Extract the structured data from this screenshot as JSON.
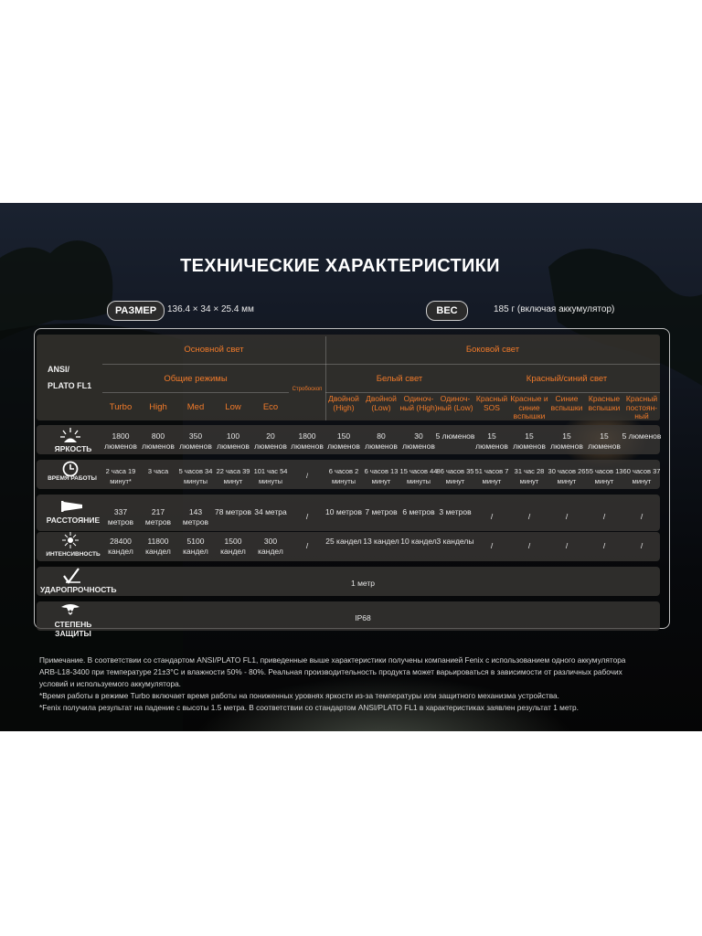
{
  "title": "ТЕХНИЧЕСКИЕ ХАРАКТЕРИСТИКИ",
  "size": {
    "label": "РАЗМЕР",
    "value": "136.4 × 34 × 25.4 мм"
  },
  "weight": {
    "label": "ВЕС",
    "value": "185 г (включая аккумулятор)"
  },
  "header": {
    "standard_line1": "ANSI/",
    "standard_line2": "PLATO FL1",
    "main_light": "Основной свет",
    "side_light": "Боковой свет",
    "general_modes": "Общие режимы",
    "strobe": "Стробоскоп",
    "white_light": "Белый свет",
    "red_blue_light": "Красный/синий свет",
    "modes": [
      "Turbo",
      "High",
      "Med",
      "Low",
      "Eco",
      "",
      "Двойной (High)",
      "Двойной (Low)",
      "Одиноч-ный (High)",
      "Одиноч-ный (Low)",
      "Красный SOS",
      "Красные и синие вспышки",
      "Синие вспышки",
      "Красные вспышки",
      "Красный постоян-ный"
    ]
  },
  "rows": {
    "brightness": {
      "label": "ЯРКОСТЬ",
      "values": [
        "1800 люменов",
        "800 люменов",
        "350 люменов",
        "100 люменов",
        "20 люменов",
        "1800 люменов",
        "150 люменов",
        "80 люменов",
        "30 люменов",
        "5 люменов",
        "15 люменов",
        "15 люменов",
        "15 люменов",
        "15 люменов",
        "5 люменов"
      ]
    },
    "runtime": {
      "label": "ВРЕМЯ РАБОТЫ",
      "values": [
        "2 часа 19 минут*",
        "3 часа",
        "5 часов 34 минуты",
        "22 часа 39 минут",
        "101 час 54 минуты",
        "/",
        "6 часов 2 минуты",
        "6 часов 13 минут",
        "15 часов 44 минуты",
        "86 часов 35 минут",
        "51 часов 7 минут",
        "31 час 28 минут",
        "30 часов 26 минут",
        "55 часов 13 минут",
        "60 часов 37 минут"
      ]
    },
    "distance": {
      "label": "РАССТОЯНИЕ",
      "values": [
        "337 метров",
        "217 метров",
        "143 метров",
        "78 метров",
        "34 метра",
        "/",
        "10 метров",
        "7 метров",
        "6 метров",
        "3 метров",
        "/",
        "/",
        "/",
        "/",
        "/"
      ]
    },
    "intensity": {
      "label": "ИНТЕНСИВНОСТЬ",
      "values": [
        "28400 кандел",
        "11800 кандел",
        "5100 кандел",
        "1500 кандел",
        "300 кандел",
        "/",
        "25 кандел",
        "13 кандел",
        "10 кандел",
        "3 канделы",
        "/",
        "/",
        "/",
        "/",
        "/"
      ]
    },
    "impact": {
      "label": "УДАРОПРОЧНОСТЬ",
      "value": "1 метр"
    },
    "protection": {
      "label": "СТЕПЕНЬ ЗАЩИТЫ",
      "value": "IP68"
    }
  },
  "notes": {
    "line1": "Примечание. В соответствии со стандартом ANSI/PLATO FL1, приведенные выше характеристики получены компанией Fenix с использованием одного аккумулятора",
    "line2": "ARB-L18-3400 при температуре 21±3°C и влажности 50% - 80%. Реальная производительность продукта может варьироваться в зависимости от различных рабочих",
    "line3": "условий и используемого аккумулятора.",
    "line4": "*Время работы в режиме Turbo включает время работы на пониженных уровнях яркости из-за температуры или защитного механизма устройства.",
    "line5": "*Fenix получила результат на падение с высоты 1.5 метра. В соответствии со стандартом ANSI/PLATO FL1 в характеристиках заявлен результат 1 метр."
  },
  "colors": {
    "accent": "#f07a2a",
    "background": "#07090c"
  },
  "icons": [
    "brightness-icon",
    "clock-icon",
    "beam-icon",
    "intensity-icon",
    "impact-icon",
    "protection-icon"
  ]
}
